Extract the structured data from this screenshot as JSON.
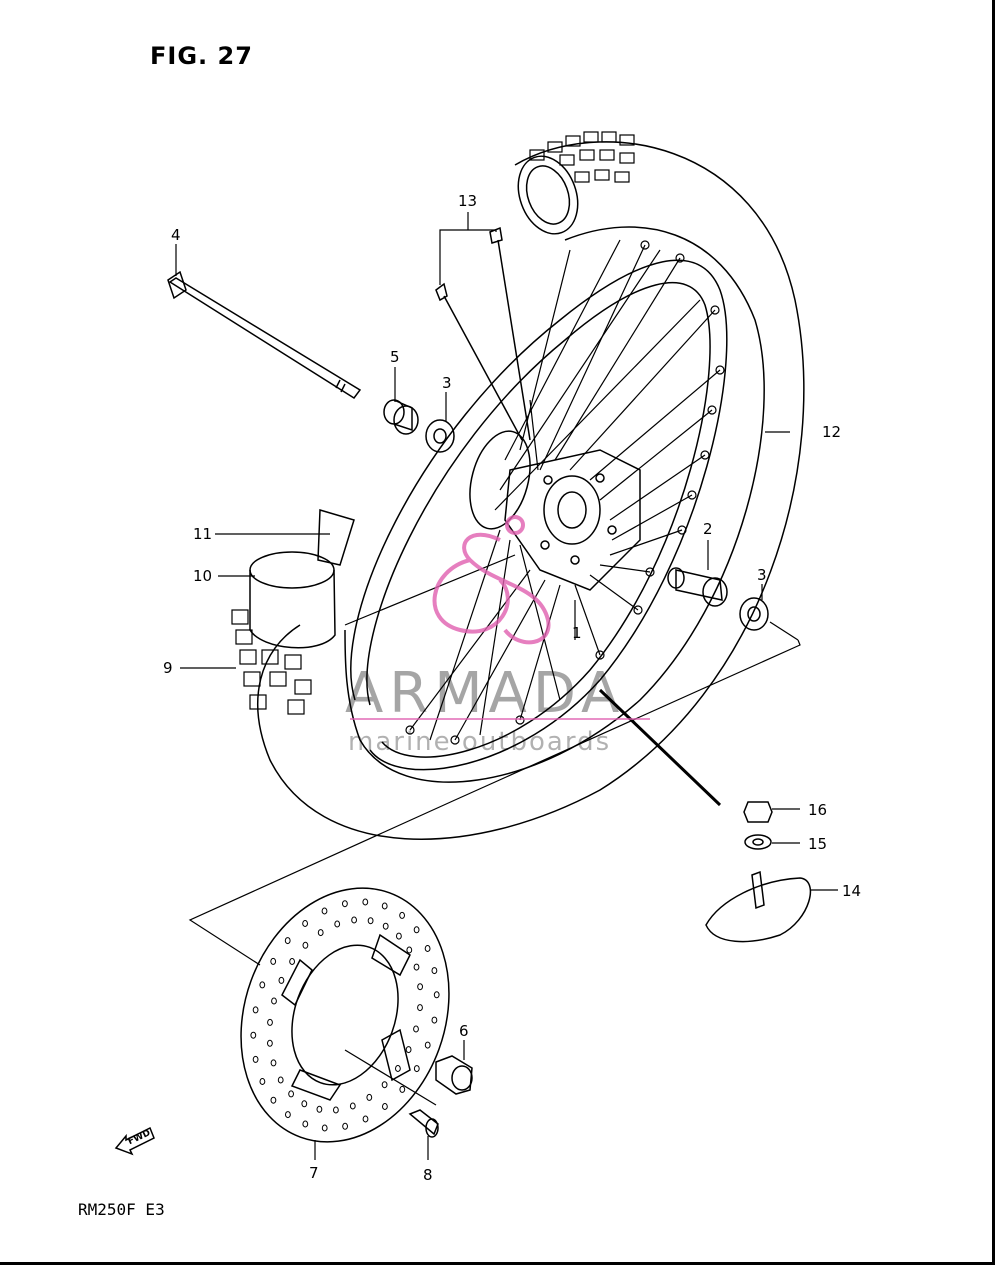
{
  "figure": {
    "title": "FIG. 27",
    "model_code": "RM250F  E3"
  },
  "callouts": [
    {
      "id": "1",
      "label": "1"
    },
    {
      "id": "2",
      "label": "2"
    },
    {
      "id": "3a",
      "label": "3"
    },
    {
      "id": "3b",
      "label": "3"
    },
    {
      "id": "4",
      "label": "4"
    },
    {
      "id": "5",
      "label": "5"
    },
    {
      "id": "6",
      "label": "6"
    },
    {
      "id": "7",
      "label": "7"
    },
    {
      "id": "8",
      "label": "8"
    },
    {
      "id": "9",
      "label": "9"
    },
    {
      "id": "10",
      "label": "10"
    },
    {
      "id": "11",
      "label": "11"
    },
    {
      "id": "12",
      "label": "12"
    },
    {
      "id": "13",
      "label": "13"
    },
    {
      "id": "14",
      "label": "14"
    },
    {
      "id": "15",
      "label": "15"
    },
    {
      "id": "16",
      "label": "16"
    }
  ],
  "watermark": {
    "brand": "ARMADA",
    "tagline": "marine outboards",
    "color": "#e060b0"
  },
  "direction_badge": {
    "text": "FWD"
  },
  "colors": {
    "line": "#000000",
    "background": "#ffffff"
  }
}
